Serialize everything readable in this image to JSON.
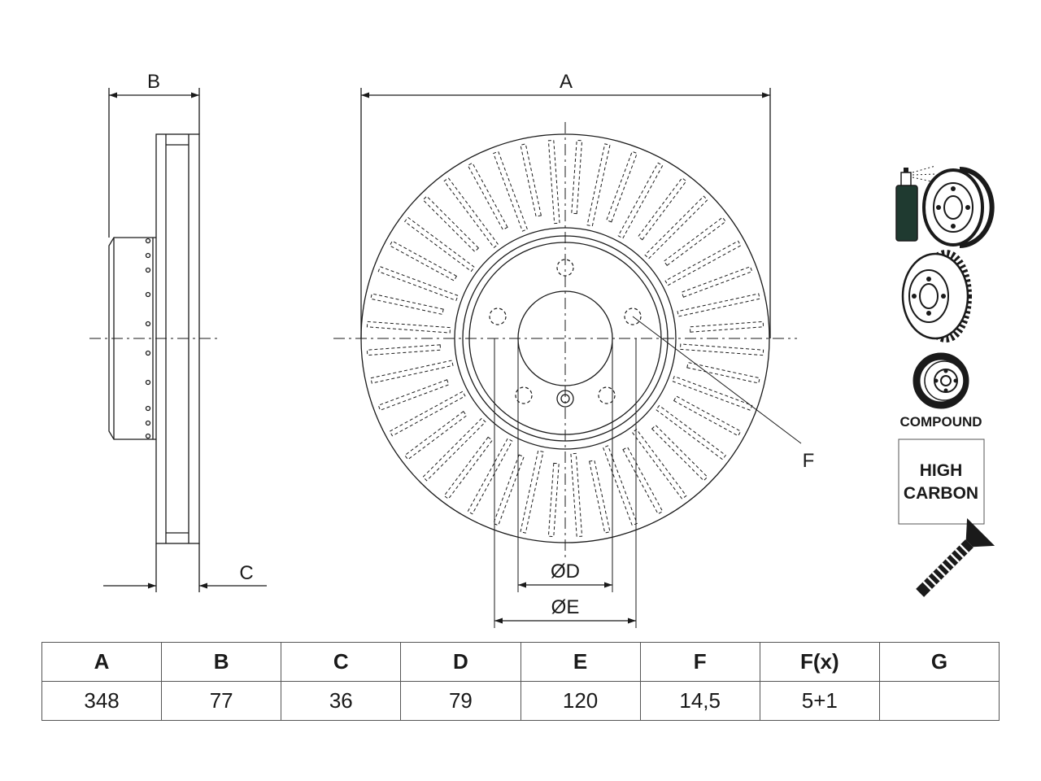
{
  "dimension_labels": {
    "a": "A",
    "b": "B",
    "c": "C",
    "f": "F",
    "d": "ØD",
    "e": "ØE"
  },
  "features": {
    "compound_label": "COMPOUND",
    "high_carbon_line1": "HIGH",
    "high_carbon_line2": "CARBON"
  },
  "spec_table": {
    "headers": [
      "A",
      "B",
      "C",
      "D",
      "E",
      "F",
      "F(x)",
      "G"
    ],
    "values": [
      "348",
      "77",
      "36",
      "79",
      "120",
      "14,5",
      "5+1",
      ""
    ]
  },
  "colors": {
    "line": "#1a1a1a",
    "coating_green": "#1f3a30"
  }
}
